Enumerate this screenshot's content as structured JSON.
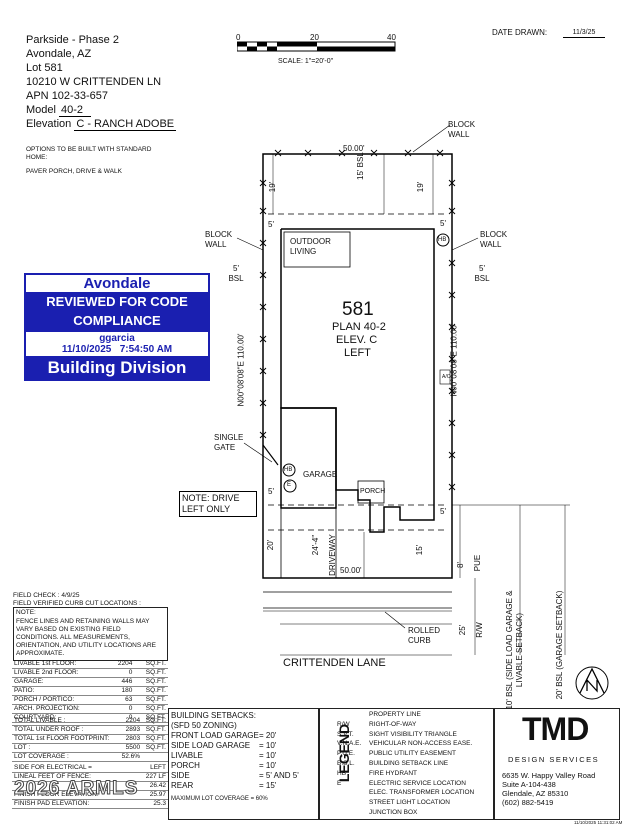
{
  "date_drawn": {
    "label": "DATE DRAWN:",
    "value": "11/3/25"
  },
  "scale": {
    "ticks": [
      "0",
      "20",
      "40"
    ],
    "label": "SCALE: 1\"=20'-0\""
  },
  "project": {
    "community": "Parkside - Phase 2",
    "city": "Avondale, AZ",
    "lot_label": "Lot",
    "lot": "581",
    "address": "10210 W CRITTENDEN LN",
    "apn_label": "APN",
    "apn": "102-33-657",
    "model_label": "Model",
    "model": "40-2",
    "elevation_label": "Elevation",
    "elevation": "C - RANCH ADOBE",
    "options_note": "OPTIONS TO BE BUILT WITH STANDARD HOME:",
    "options": "PAVER PORCH, DRIVE & WALK"
  },
  "stamp": {
    "brand": "Avondale",
    "line1": "REVIEWED FOR CODE",
    "line2": "COMPLIANCE",
    "reviewer": "ggarcia",
    "date": "11/10/2025",
    "time": "7:54:50 AM",
    "division": "Building Division"
  },
  "plan": {
    "lot_number": "581",
    "plan": "PLAN 40-2",
    "elevation": "ELEV. C",
    "handing": "LEFT",
    "block_wall": "BLOCK WALL",
    "outdoor_living": "OUTDOOR LIVING",
    "garage": "GARAGE",
    "porch": "PORCH",
    "driveway": "DRIVEWAY",
    "single_gate": "SINGLE GATE",
    "rear_dim": "50.00'",
    "front_dim": "50.00'",
    "side_bearing_left": "N00°08'08\"E 110.00'",
    "side_bearing_right": "N00°08'08\"E 110.00'",
    "rear_setback_left": "19'",
    "rear_setback_right": "19'",
    "rear_bsl": "15' BSL",
    "side_5_left": "5'",
    "side_5_right": "5'",
    "bsl_left": "5' BSL",
    "bsl_right": "5' BSL",
    "garage_5": "5'",
    "porch_5": "5'",
    "front_20": "20'",
    "driveway_dim": "24'-4\"",
    "front_15": "15'",
    "pue_8": "8'",
    "pue": "PUE",
    "rw_25": "25'",
    "rw": "R/W",
    "bsl_10": "10' BSL (SIDE LOAD GARAGE & LIVABLE SETBACK)",
    "bsl_20": "20' BSL (GARAGE SETBACK)",
    "rolled_curb": "ROLLED CURB",
    "street": "CRITTENDEN LANE",
    "hb": "HB",
    "e": "E",
    "ac": "A/C",
    "note_drive": "NOTE: DRIVE LEFT ONLY"
  },
  "field": {
    "check": "FIELD CHECK : 4/9/25",
    "verified": "FIELD VERIFIED CURB CUT LOCATIONS :",
    "note_title": "NOTE:",
    "note": "FENCE LINES AND RETAINING WALLS MAY VARY BASED ON EXISTING FIELD CONDITIONS. ALL MEASUREMENTS, ORIENTATION, AND UTILITY LOCATIONS ARE APPROXIMATE."
  },
  "areas": [
    {
      "label": "LIVABLE 1st FLOOR:",
      "value": "2204",
      "unit": "SQ.FT."
    },
    {
      "label": "LIVABLE 2nd FLOOR:",
      "value": "0",
      "unit": "SQ.FT."
    },
    {
      "label": "GARAGE:",
      "value": "446",
      "unit": "SQ.FT."
    },
    {
      "label": "PATIO:",
      "value": "180",
      "unit": "SQ.FT."
    },
    {
      "label": "PORCH / PORTICO:",
      "value": "63",
      "unit": "SQ.FT."
    },
    {
      "label": "ARCH. PROJECTION:",
      "value": "0",
      "unit": "SQ.FT."
    },
    {
      "label": "COURTYARD:",
      "value": "0",
      "unit": "SQ.FT."
    }
  ],
  "totals": [
    {
      "label": "TOTAL LIVABLE :",
      "value": "2204",
      "unit": "SQ.FT."
    },
    {
      "label": "TOTAL UNDER ROOF :",
      "value": "2893",
      "unit": "SQ.FT."
    },
    {
      "label": "TOTAL 1st FLOOR FOOTPRINT:",
      "value": "2803",
      "unit": "SQ.FT."
    },
    {
      "label": "LOT :",
      "value": "5500",
      "unit": "SQ.FT."
    },
    {
      "label": "LOT COVERAGE :",
      "value": "52.6%",
      "unit": ""
    }
  ],
  "misc": [
    {
      "label": "SIDE FOR ELECTRICAL =",
      "value": "LEFT"
    },
    {
      "label": "LINEAL FEET OF FENCE:",
      "value": "227 LF"
    },
    {
      "label": "",
      "value": "26.42"
    },
    {
      "label": "FINISH FLOOR ELEVATION:",
      "value": "25.97"
    },
    {
      "label": "FINISH PAD ELEVATION:",
      "value": "25.3"
    }
  ],
  "setbacks": {
    "title": "BUILDING SETBACKS:",
    "zoning": "(SFD 50 ZONING)",
    "rows": [
      {
        "label": "FRONT LOAD GARAGE",
        "value": "= 20'"
      },
      {
        "label": "SIDE LOAD GARAGE",
        "value": "= 10'"
      },
      {
        "label": "LIVABLE",
        "value": "= 10'"
      },
      {
        "label": "PORCH",
        "value": "= 10'"
      },
      {
        "label": "SIDE",
        "value": "= 5' AND 5'"
      },
      {
        "label": "REAR",
        "value": "= 15'"
      }
    ],
    "max": "MAXIMUM LOT COVERAGE = 60%"
  },
  "legend": {
    "title": "LEGEND",
    "items": [
      {
        "sym": "",
        "text": "PROPERTY LINE"
      },
      {
        "sym": "R/W",
        "text": "RIGHT-OF-WAY"
      },
      {
        "sym": "S.V.T.",
        "text": "SIGHT VISIBILITY TRIANGLE"
      },
      {
        "sym": "V.N.A.E.",
        "text": "VEHICULAR NON-ACCESS EASE."
      },
      {
        "sym": "P.U.E.",
        "text": "PUBLIC UTILITY EASEMENT"
      },
      {
        "sym": "B.S.L.",
        "text": "BUILDING SETBACK LINE"
      },
      {
        "sym": "HB",
        "text": "FIRE HYDRANT"
      },
      {
        "sym": "E",
        "text": "ELECTRIC SERVICE LOCATION"
      },
      {
        "sym": "",
        "text": "ELEC. TRANSFORMER LOCATION"
      },
      {
        "sym": "",
        "text": "STREET LIGHT LOCATION"
      },
      {
        "sym": "",
        "text": "JUNCTION BOX"
      }
    ]
  },
  "company": {
    "logo": "TMD",
    "sub": "DESIGN SERVICES",
    "addr1": "6635 W. Happy Valley Road",
    "addr2": "Suite A-104-438",
    "addr3": "Glendale, AZ 85310",
    "phone": "(602) 882-5419"
  },
  "watermark": "2026 ARMLS",
  "footer_ts": "11/10/2025 11:31:02 AM"
}
